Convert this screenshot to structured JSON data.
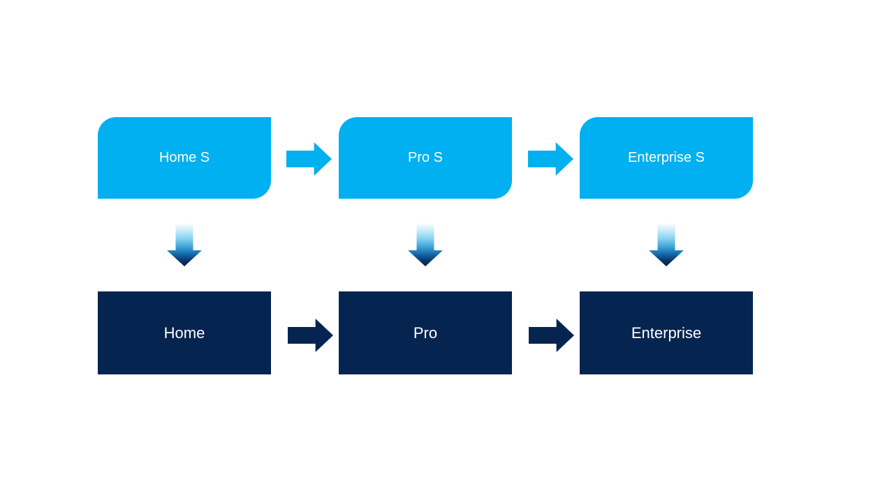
{
  "colors": {
    "canvas_bg": "#FFFFFF",
    "accent_blue": "#00B0F0",
    "navy": "#052550",
    "label_text": "#FFFFFF",
    "glow_cyan": "#66D9FF",
    "glow_steel": "#A9BFDC",
    "down_arrow_gradient_top": "#FFFFFF",
    "down_arrow_gradient_bottom": "#041F49"
  },
  "diagram": {
    "type": "flow",
    "columns": [
      {
        "top": {
          "label": "Home S"
        },
        "bottom": {
          "label": "Home"
        }
      },
      {
        "top": {
          "label": "Pro S"
        },
        "bottom": {
          "label": "Pro"
        }
      },
      {
        "top": {
          "label": "Enterprise S"
        },
        "bottom": {
          "label": "Enterprise"
        }
      }
    ],
    "connectors": [
      {
        "from": "Home S",
        "to": "Pro S",
        "direction": "right"
      },
      {
        "from": "Pro S",
        "to": "Enterprise S",
        "direction": "right"
      },
      {
        "from": "Home",
        "to": "Pro",
        "direction": "right"
      },
      {
        "from": "Pro",
        "to": "Enterprise",
        "direction": "right"
      },
      {
        "from": "Home S",
        "to": "Home",
        "direction": "down"
      },
      {
        "from": "Pro S",
        "to": "Pro",
        "direction": "down"
      },
      {
        "from": "Enterprise S",
        "to": "Enterprise",
        "direction": "down"
      }
    ]
  }
}
